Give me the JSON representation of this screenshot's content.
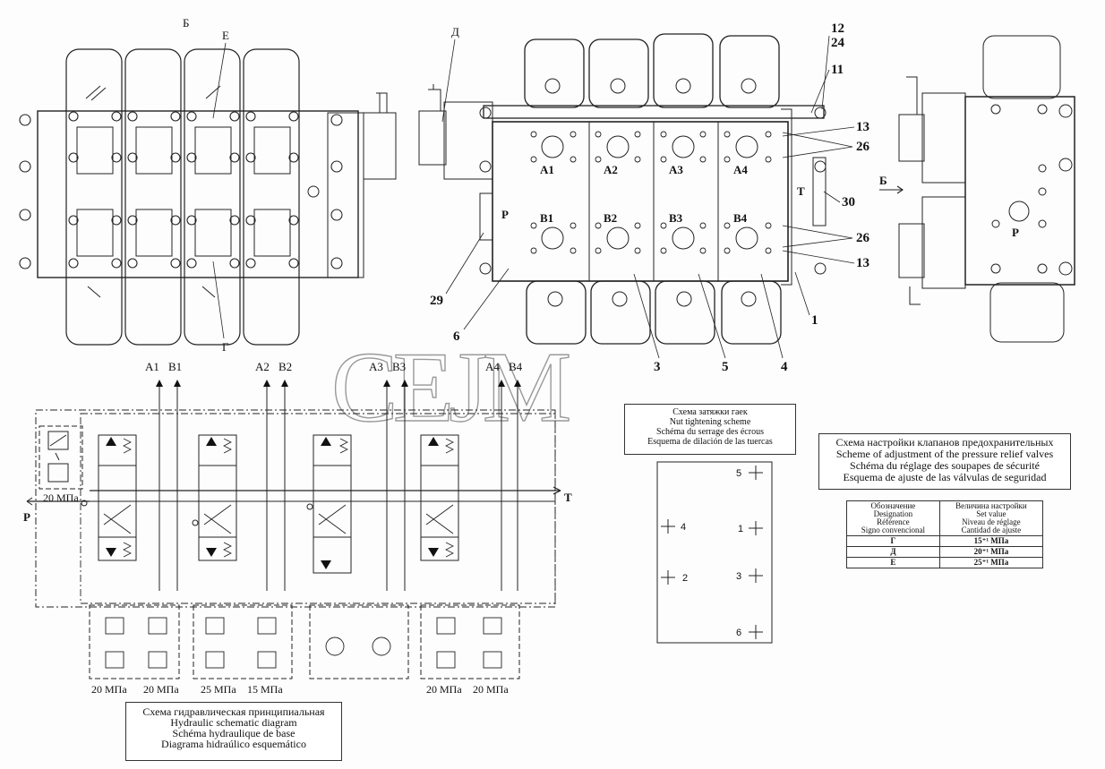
{
  "watermark": "CEJM",
  "views": {
    "left_top_label": "Б",
    "left_marker_e": "Е",
    "left_marker_g": "Г",
    "center_marker_d": "Д",
    "right_arrow_label": "Б",
    "right_port_p": "P"
  },
  "center_ports": {
    "a": [
      "A1",
      "A2",
      "A3",
      "A4"
    ],
    "b": [
      "B1",
      "B2",
      "B3",
      "B4"
    ],
    "p": "P",
    "t": "T"
  },
  "callouts": [
    "12",
    "24",
    "11",
    "13",
    "26",
    "30",
    "26",
    "13",
    "1",
    "29",
    "6",
    "3",
    "5",
    "4"
  ],
  "schematic": {
    "top_ports": [
      "A1",
      "B1",
      "A2",
      "B2",
      "A3",
      "B3",
      "A4",
      "B4"
    ],
    "p_label": "P",
    "t_label": "T",
    "main_relief_label": "20 МПа",
    "bottom_relief_labels": [
      "20 МПа",
      "20 МПа",
      "25 МПа",
      "15 МПа",
      "20 МПа",
      "20 МПа"
    ]
  },
  "hydraulic_title": [
    "Схема гидравлическая принципиальная",
    "Hydraulic schematic diagram",
    "Schéma hydraulique de base",
    "Diagrama hidraúlico esquemático"
  ],
  "nut_title": [
    "Схема затяжки гаек",
    "Nut tightening scheme",
    "Schéma du serrage des écrous",
    "Esquema de dilación de las tuercas"
  ],
  "nut_numbers": [
    "5",
    "4",
    "1",
    "2",
    "3",
    "6"
  ],
  "relief_title": [
    "Схема настройки клапанов предохранительных",
    "Scheme of adjustment of the pressure relief valves",
    "Schéma du réglage des soupapes de sécurité",
    "Esquema de ajuste de las válvulas de seguridad"
  ],
  "settings_table": {
    "header_left": [
      "Обозначение",
      "Designation",
      "Référence",
      "Signo convencional"
    ],
    "header_right": [
      "Величина настройки",
      "Set value",
      "Niveau de réglage",
      "Cantidad de ajuste"
    ],
    "rows": [
      {
        "designation": "Г",
        "value": "15⁺¹ МПа"
      },
      {
        "designation": "Д",
        "value": "20⁺¹ МПа"
      },
      {
        "designation": "Е",
        "value": "25⁺¹ МПа"
      }
    ]
  }
}
